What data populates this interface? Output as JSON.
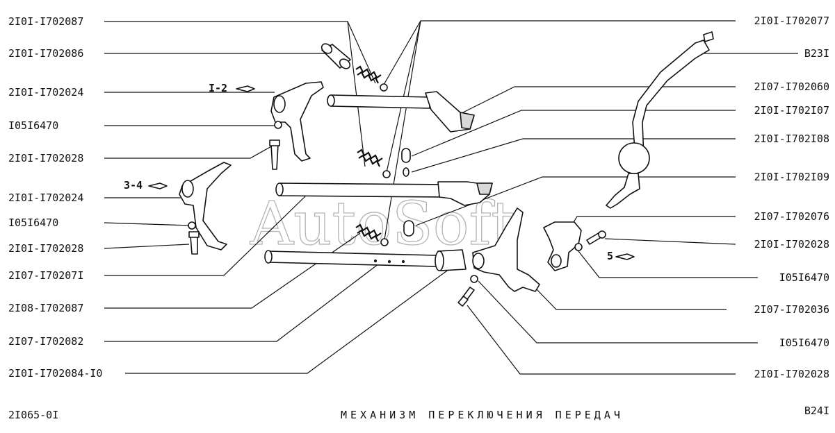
{
  "watermark": "AutoSoft",
  "footer": {
    "left_code": "2I065-0I",
    "title": "МЕХАНИЗМ ПЕРЕКЛЮЧЕНИЯ ПЕРЕДАЧ",
    "right_code": "B24I"
  },
  "gear_marks": {
    "g12": "I-2",
    "g34": "3-4",
    "g5": "5"
  },
  "labels_left": [
    "2I0I-I702087",
    "2I0I-I702086",
    "2I0I-I702024",
    "I05I6470",
    "2I0I-I702028",
    "2I0I-I702024",
    "I05I6470",
    "2I0I-I702028",
    "2I07-I70207I",
    "2I08-I702087",
    "2I07-I702082",
    "2I0I-I702084-I0"
  ],
  "labels_right": [
    "2I0I-I702077",
    "B23I",
    "2I07-I702060",
    "2I0I-I702I07",
    "2I0I-I702I08",
    "2I0I-I702I09",
    "2I07-I702076",
    "2I0I-I702028",
    "I05I6470",
    "2I07-I702036",
    "I05I6470",
    "2I0I-I702028"
  ]
}
